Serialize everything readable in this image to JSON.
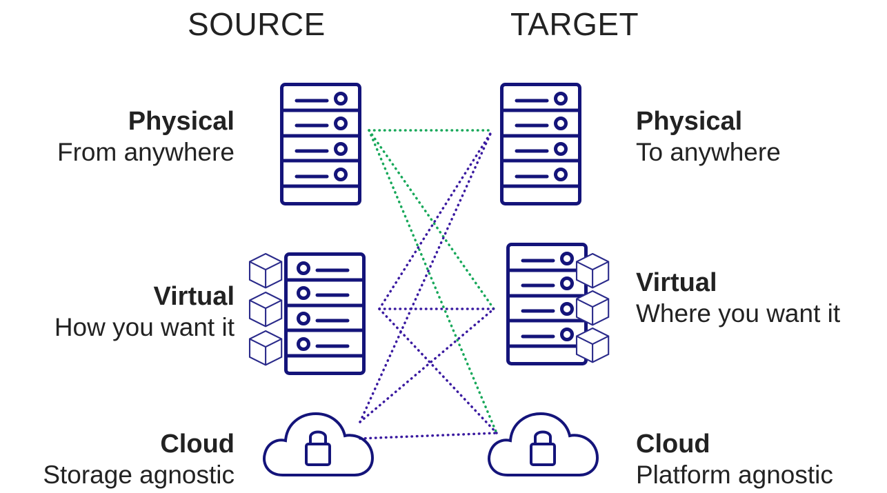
{
  "headers": {
    "source": "SOURCE",
    "target": "TARGET"
  },
  "source": {
    "physical": {
      "title": "Physical",
      "subtitle": "From anywhere",
      "icon": "server-rack-icon"
    },
    "virtual": {
      "title": "Virtual",
      "subtitle": "How you want it",
      "icon": "virtual-server-icon"
    },
    "cloud": {
      "title": "Cloud",
      "subtitle": "Storage agnostic",
      "icon": "cloud-lock-icon"
    }
  },
  "target": {
    "physical": {
      "title": "Physical",
      "subtitle": "To anywhere",
      "icon": "server-rack-icon"
    },
    "virtual": {
      "title": "Virtual",
      "subtitle": "Where you want it",
      "icon": "virtual-server-icon"
    },
    "cloud": {
      "title": "Cloud",
      "subtitle": "Platform agnostic",
      "icon": "cloud-lock-icon"
    }
  },
  "colors": {
    "icon_stroke": "#14147a",
    "green_link": "#18a85a",
    "purple_link": "#3a1aa0",
    "text": "#222222"
  }
}
